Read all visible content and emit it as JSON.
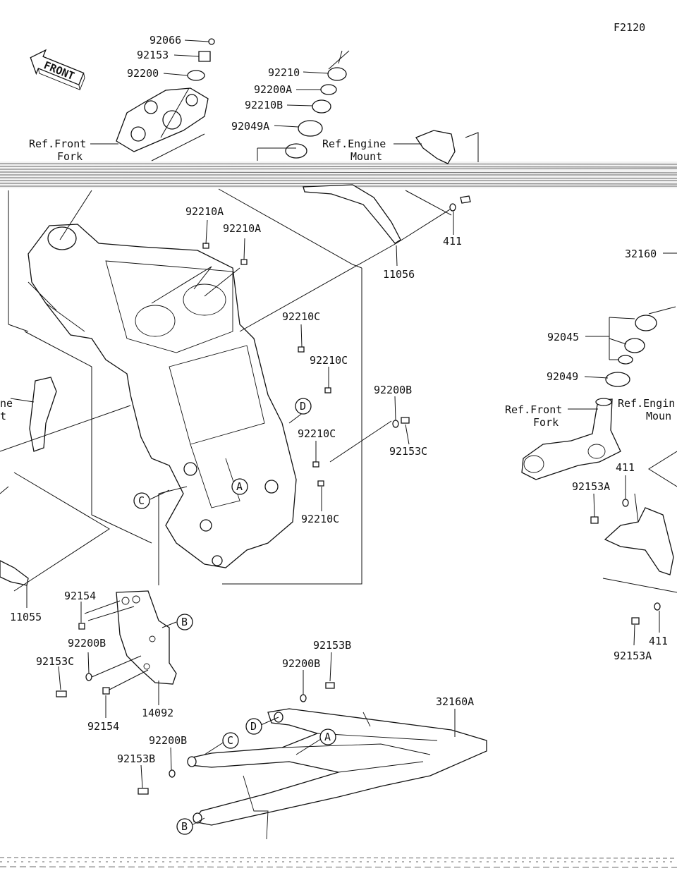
{
  "header": {
    "figure_code": "F2120",
    "front_arrow": "FRONT"
  },
  "refs": {
    "front_fork_left": [
      "Ref.Front",
      "Fork"
    ],
    "engine_mount_top": [
      "Ref.Engine",
      "Mount"
    ],
    "engine_mount_left_clipped": [
      "ne",
      "t"
    ],
    "front_fork_right": [
      "Ref.Front",
      "Fork"
    ],
    "engine_mount_right_clipped": [
      "Ref.Engin",
      "Moun"
    ]
  },
  "parts": {
    "p92066": "92066",
    "p92153": "92153",
    "p92200": "92200",
    "p92210": "92210",
    "p92200A": "92200A",
    "p92210B": "92210B",
    "p92049A": "92049A",
    "p411_top": "411",
    "p11056": "11056",
    "p32160": "32160",
    "p92210A_1": "92210A",
    "p92210A_2": "92210A",
    "p92210C_1": "92210C",
    "p92210C_2": "92210C",
    "p92210C_3": "92210C",
    "p92210C_4": "92210C",
    "p92200B_mid": "92200B",
    "p92153C_mid": "92153C",
    "p92045": "92045",
    "p92049": "92049",
    "p411_right1": "411",
    "p92153A_1": "92153A",
    "p411_right2": "411",
    "p92153A_2": "92153A",
    "p11055": "11055",
    "p92154_1": "92154",
    "p92200B_left": "92200B",
    "p92153C_left": "92153C",
    "p92154_2": "92154",
    "p14092": "14092",
    "p92153B_1": "92153B",
    "p92200B_low": "92200B",
    "p32160A": "32160A",
    "p92200B_bot": "92200B",
    "p92153B_2": "92153B"
  },
  "callouts": {
    "A_frame": "A",
    "B_bracket": "B",
    "C_frame": "C",
    "D_frame": "D",
    "A_subframe": "A",
    "B_subframe": "B",
    "C_subframe": "C",
    "D_subframe": "D"
  },
  "icons": {
    "front_arrow": "front-direction-arrow-icon"
  }
}
